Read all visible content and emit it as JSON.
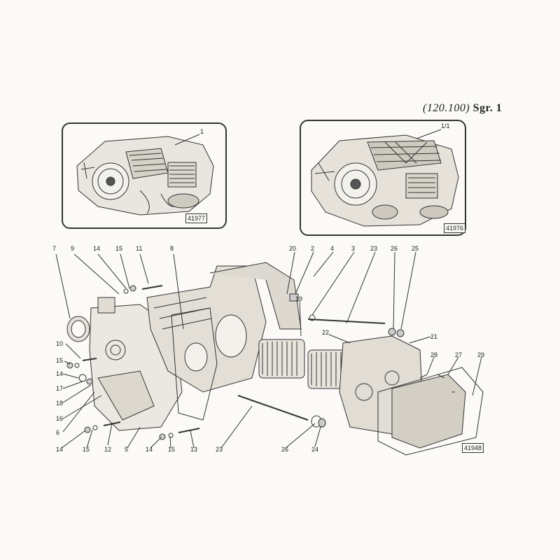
{
  "header": {
    "code": "(120.100)",
    "group": "Sgr. 1"
  },
  "views": [
    {
      "ref": "41977",
      "callout": "1"
    },
    {
      "ref": "41976",
      "callout": "1/1"
    }
  ],
  "main_view": {
    "ref": "41948"
  },
  "callouts": [
    "7",
    "9",
    "14",
    "15",
    "11",
    "8",
    "20",
    "2",
    "4",
    "3",
    "23",
    "26",
    "25",
    "19",
    "22",
    "21",
    "28",
    "27",
    "29",
    "10",
    "15",
    "14",
    "17",
    "18",
    "16",
    "6",
    "14",
    "15",
    "12",
    "5",
    "14",
    "15",
    "13",
    "23",
    "26",
    "24"
  ],
  "colors": {
    "ink": "#222222",
    "paper": "#fbfaf7"
  }
}
